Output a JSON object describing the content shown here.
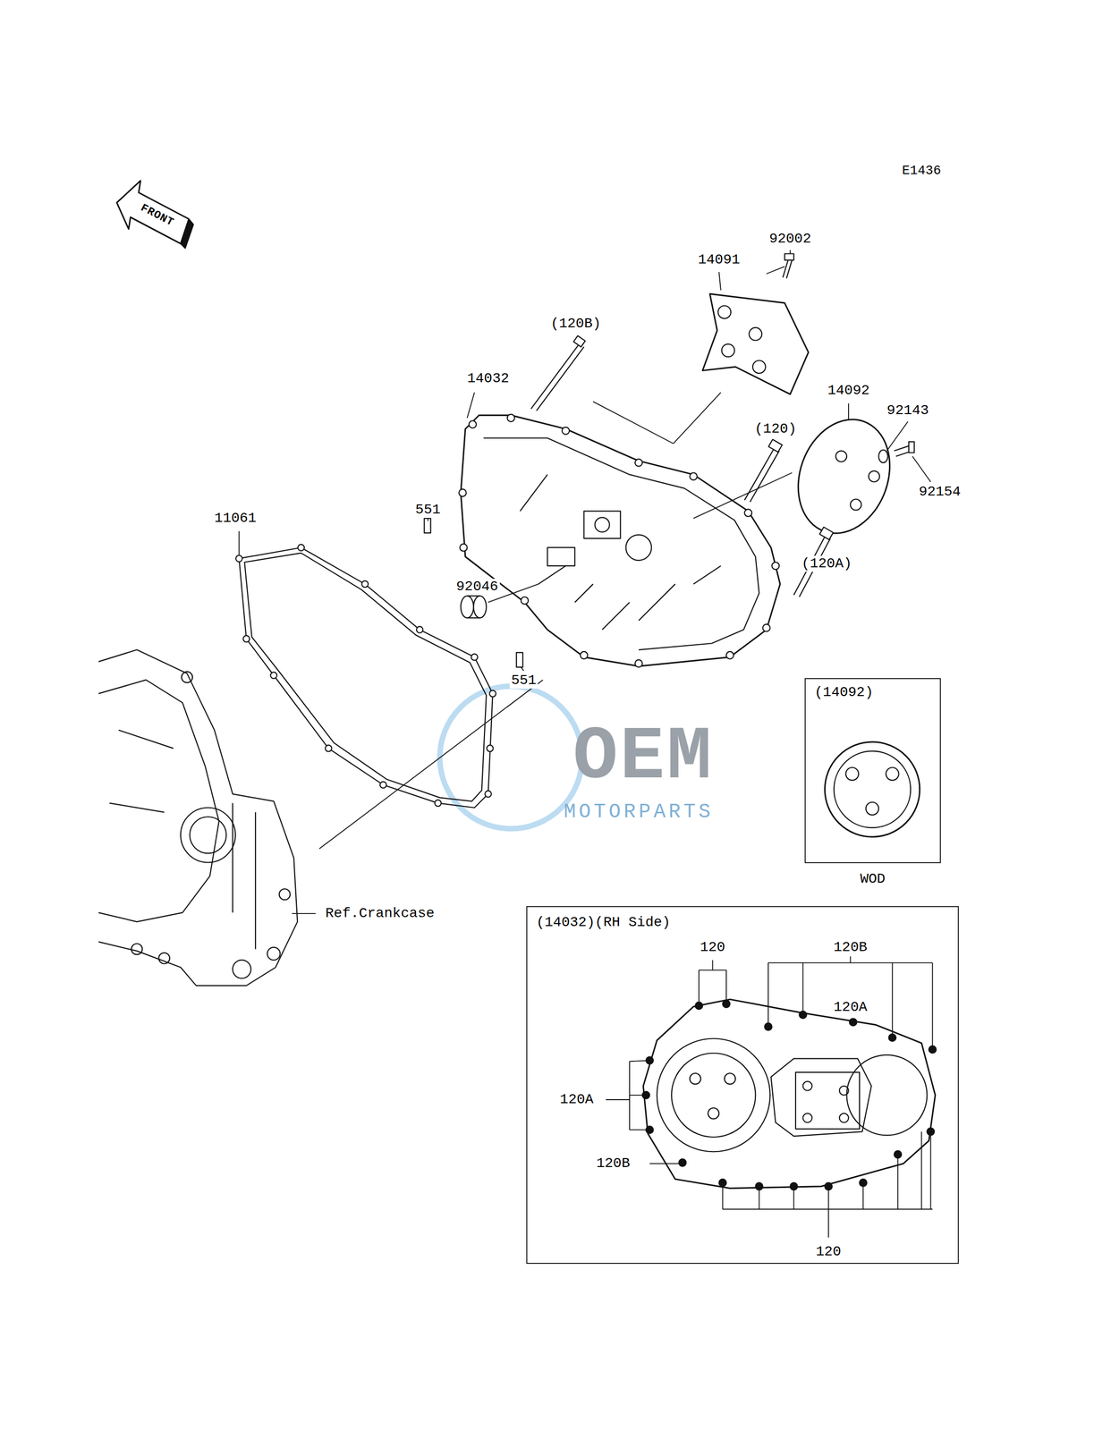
{
  "diagram": {
    "nodes": [
      {
        "text": [
          "(14092)",
          "WOD"
        ]
      },
      {
        "text": [
          "(14032)(RH Side)"
        ]
      }
    ],
    "labels": [
      "E1436",
      "FRONT",
      "92002",
      "14091",
      "(120B)",
      "14032",
      "14092",
      "92143",
      "(120)",
      "92154",
      "551",
      "11061",
      "92046",
      "551",
      "(120A)",
      "Ref.Crankcase",
      "120",
      "120B",
      "120A",
      "120A",
      "120B",
      "120",
      "OEM",
      "MOTORPARTS"
    ]
  }
}
